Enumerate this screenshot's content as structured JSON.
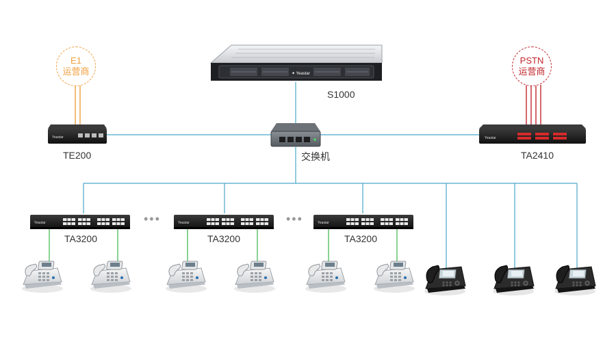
{
  "colors": {
    "network_line": "#4aa7c9",
    "phone_line": "#3bb54a",
    "e1_color": "#f0a040",
    "pstn_color": "#c0272d",
    "device_dark": "#1b1b1b",
    "label_text": "#333333"
  },
  "carriers": {
    "e1": {
      "line1": "E1",
      "line2": "运营商"
    },
    "pstn": {
      "line1": "PSTN",
      "line2": "运营商"
    }
  },
  "devices": {
    "server": {
      "label": "S1000",
      "icon": "rack-server-icon"
    },
    "switch": {
      "label": "交换机",
      "icon": "network-switch-icon"
    },
    "te200": {
      "label": "TE200",
      "icon": "e1-gateway-icon"
    },
    "ta2410": {
      "label": "TA2410",
      "icon": "fxo-gateway-icon"
    },
    "ta3200": [
      {
        "label": "TA3200"
      },
      {
        "label": "TA3200"
      },
      {
        "label": "TA3200"
      }
    ]
  },
  "ellipsis": "•••",
  "phones": {
    "analog_count": 6,
    "ip_count": 3,
    "analog_icon": "analog-phone-icon",
    "ip_icon": "ip-phone-icon"
  }
}
